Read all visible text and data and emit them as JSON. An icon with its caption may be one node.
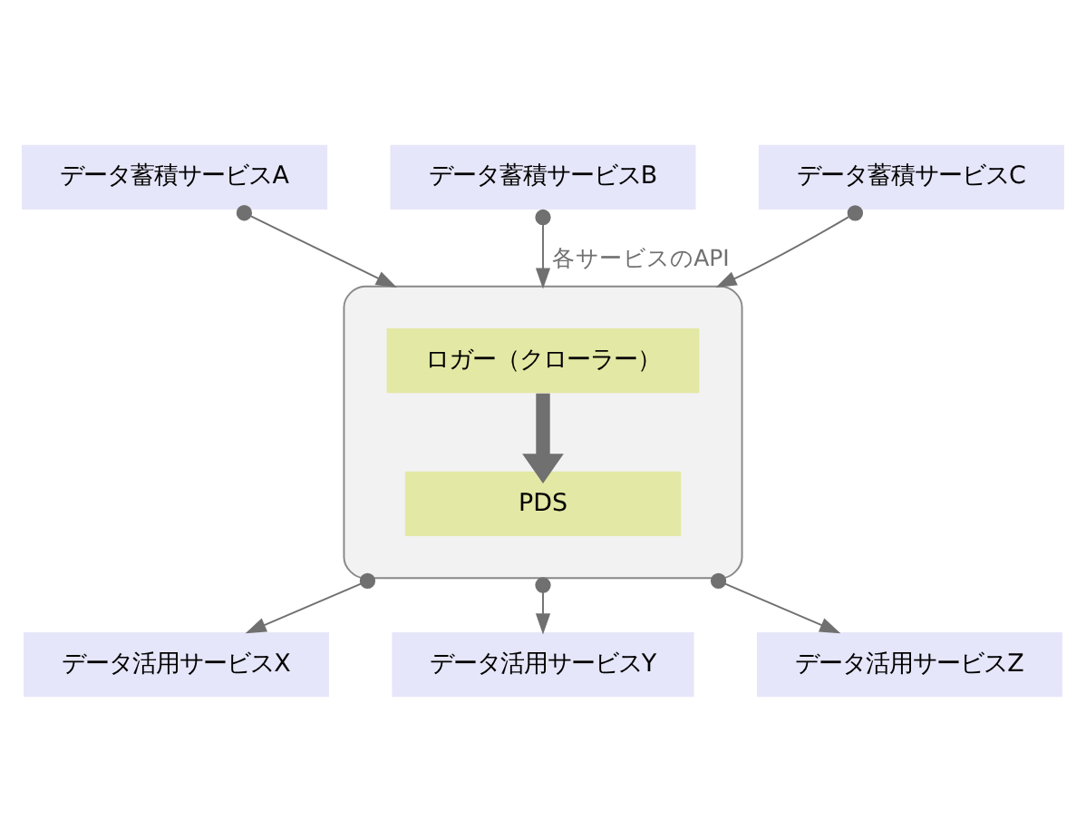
{
  "diagram": {
    "nodes": [
      {
        "text": [
          "データ蓄積サービスA"
        ]
      },
      {
        "text": [
          "データ蓄積サービスB"
        ]
      },
      {
        "text": [
          "データ蓄積サービスC"
        ]
      },
      {
        "text": [],
        "shape": "box"
      },
      {
        "text": [
          "ロガー（クローラー）"
        ],
        "in": 3
      },
      {
        "text": [
          "PDS"
        ],
        "in": 3
      },
      {
        "text": [
          "データ活用サービスX"
        ]
      },
      {
        "text": [
          "データ活用サービスY"
        ]
      },
      {
        "text": [
          "データ活用サービスZ"
        ]
      }
    ],
    "edges": [
      {
        "from": 0,
        "to": 3,
        "arrow": "to"
      },
      {
        "from": 1,
        "to": 3,
        "arrow": "to",
        "label": "各サービスのAPI"
      },
      {
        "from": 2,
        "to": 3,
        "arrow": "to"
      },
      {
        "from": 4,
        "to": 5,
        "arrow": "to",
        "style": "thick",
        "color": "#707070"
      },
      {
        "from": 3,
        "to": 6,
        "arrow": "to"
      },
      {
        "from": 3,
        "to": 7,
        "arrow": "to"
      },
      {
        "from": 3,
        "to": 8,
        "arrow": "to"
      }
    ]
  }
}
